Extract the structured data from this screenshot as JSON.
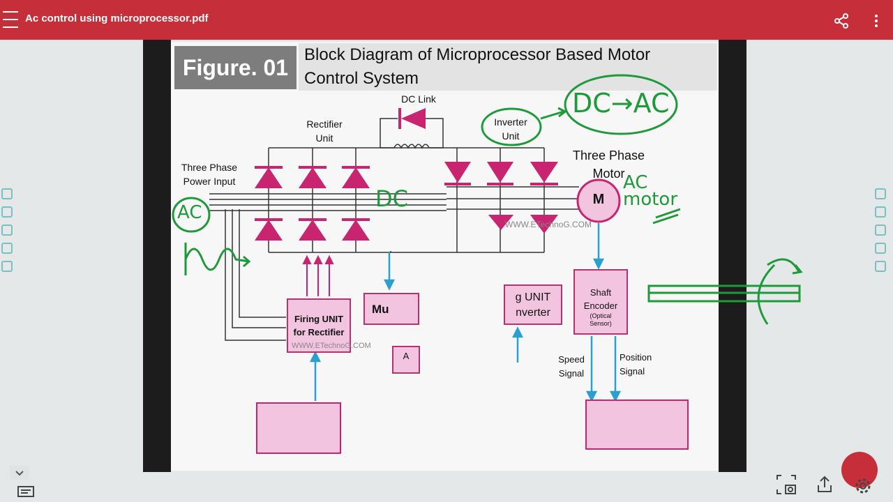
{
  "app": {
    "document_title": "Ac control using microprocessor.pdf"
  },
  "icons": {
    "menu": "menu-icon",
    "share": "share-icon",
    "more": "more-vert-icon",
    "screenshot": "screenshot-icon",
    "upload": "upload-icon",
    "settings": "gear-icon",
    "chevron": "chevron-down-icon",
    "comment": "comment-icon"
  },
  "slide": {
    "figure_label": "Figure. 01",
    "title_line1": "Block Diagram of Microprocessor Based Motor",
    "title_line2": "Control System",
    "labels": {
      "dc_link": "DC Link",
      "rectifier_unit": "Rectifier\nUnit",
      "inverter_unit": "Inverter\nUnit",
      "three_phase_motor": "Three Phase\nMotor",
      "three_phase_power_input": "Three Phase\nPower Input",
      "motor": "M",
      "firing_unit_rectifier": "Firing UNIT\nfor Rectifier",
      "mu_box": "Mu",
      "firing_unit_inverter": "g UNIT\nnverter",
      "shaft_encoder": "Shaft\nEncoder",
      "optical_sensor": "(Optical\nSensor)",
      "speed_signal": "Speed\nSignal",
      "position_signal": "Position\nSignal",
      "partial_a": "A",
      "watermark": "WWW.ETechnoG.COM",
      "watermark2": "WWW.ETechnoG.COM"
    },
    "annotations": {
      "ac": "AC",
      "dc": "DC",
      "dc_to_ac": "DC→AC",
      "ac_motor": "AC\nmotor"
    }
  },
  "colors": {
    "topbar": "#c62f3a",
    "accent_magenta": "#c8246f",
    "box_fill": "#f3c4e0",
    "annotation_green": "#1e9a3a",
    "arrow_blue": "#2aa0d0"
  }
}
